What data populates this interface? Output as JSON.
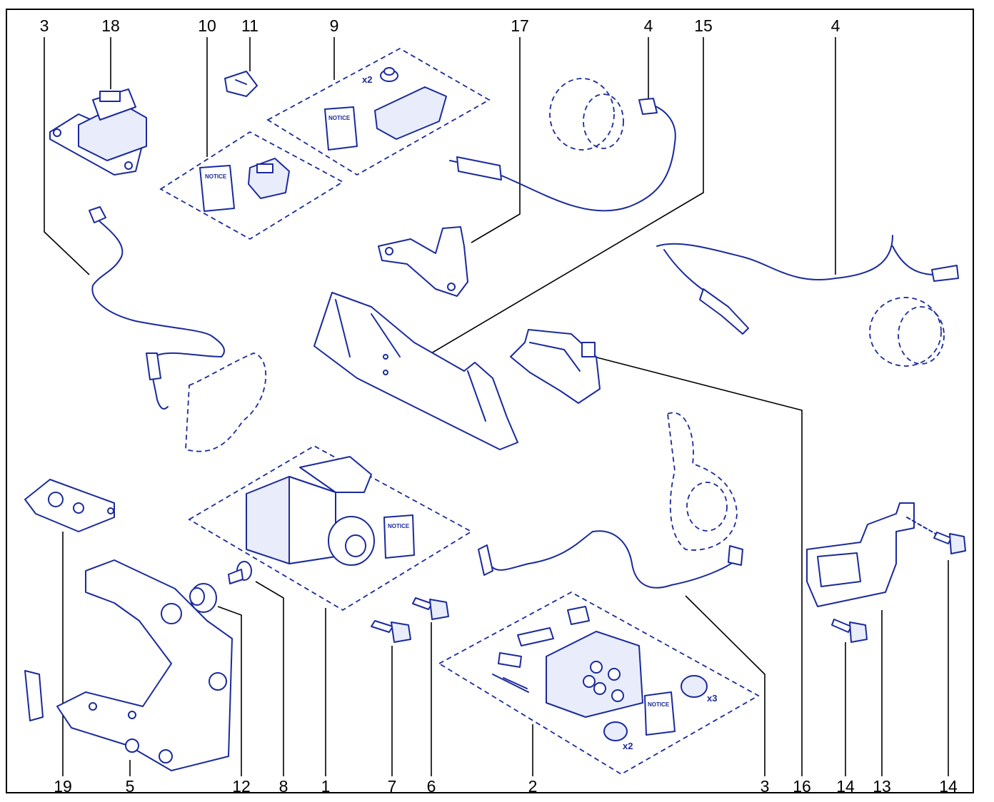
{
  "diagram": {
    "callouts_top": [
      "3",
      "18",
      "10",
      "11",
      "9",
      "17",
      "4",
      "15",
      "4"
    ],
    "callouts_bottom": [
      "19",
      "5",
      "12",
      "8",
      "1",
      "7",
      "6",
      "2",
      "3",
      "16",
      "14",
      "13",
      "14"
    ],
    "inline_labels": {
      "qty_x2_nut": "x2",
      "qty_x3_cap": "x3",
      "qty_x2_plug": "x2"
    },
    "booklet_text": "NOTICE",
    "colors": {
      "line": "#1a2a9c",
      "leader": "#000000",
      "background": "#ffffff"
    }
  }
}
